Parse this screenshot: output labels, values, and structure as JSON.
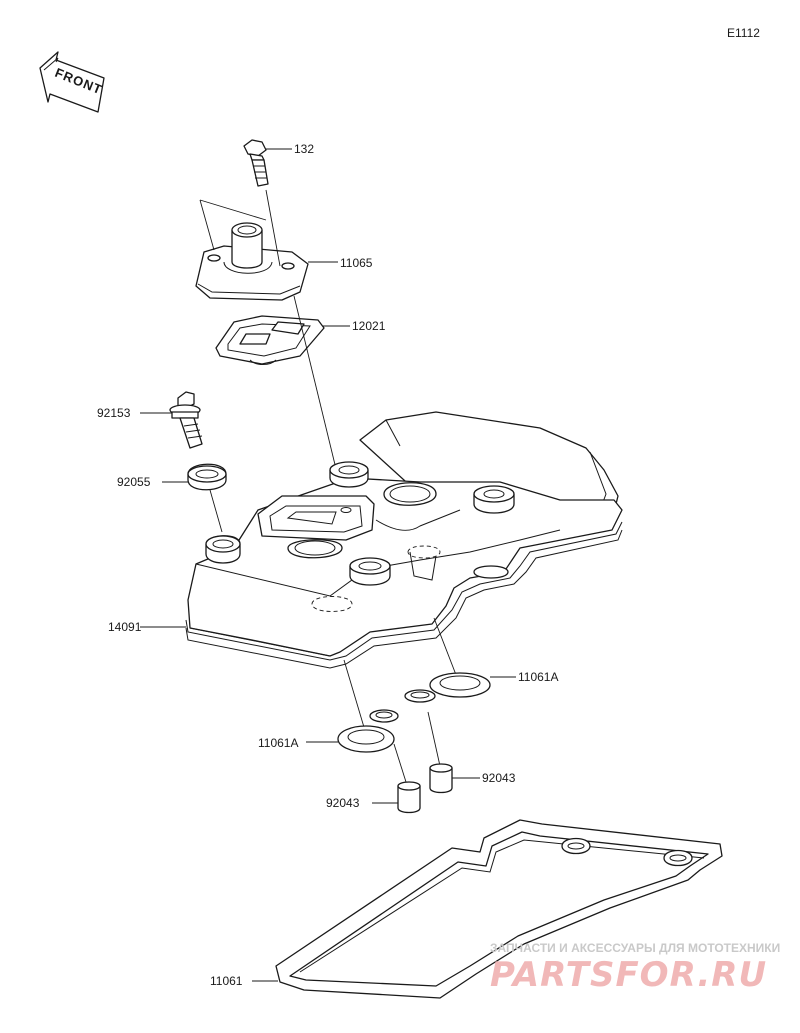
{
  "diagram_code": "E1112",
  "direction_label": "FRONT",
  "parts": {
    "p132": "132",
    "p11065": "11065",
    "p12021": "12021",
    "p92153": "92153",
    "p92055": "92055",
    "p14091": "14091",
    "p11061A_right": "11061A",
    "p11061A_left": "11061A",
    "p92043_right": "92043",
    "p92043_left": "92043",
    "p11061": "11061"
  },
  "watermark": {
    "tagline": "ЗАПЧАСТИ И АКСЕССУАРЫ ДЛЯ МОТОТЕХНИКИ",
    "logo_text": "PARTSFOR.RU"
  },
  "colors": {
    "line": "#1a1a1a",
    "watermark_logo": "#f1b8b8",
    "watermark_text": "#c9c9c9"
  }
}
